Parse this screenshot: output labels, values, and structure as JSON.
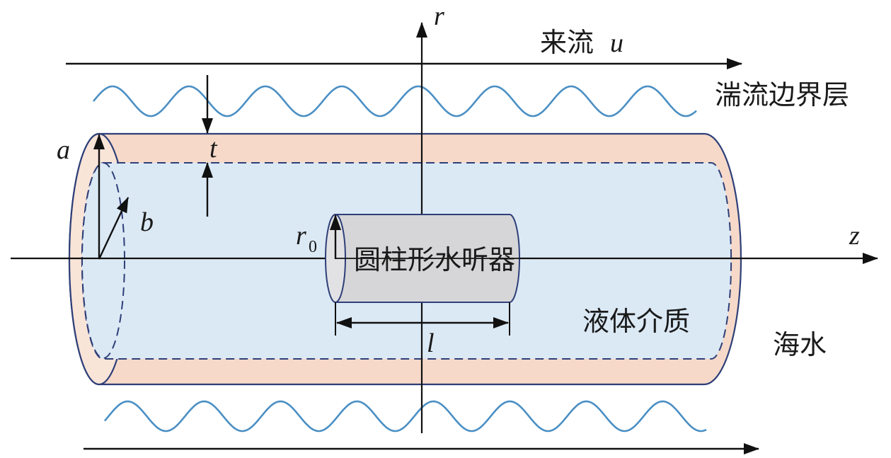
{
  "labels": {
    "r_axis": "r",
    "z_axis": "z",
    "incoming_flow": "来流",
    "flow_symbol": "u",
    "boundary_layer": "湍流边界层",
    "outer_radius": "a",
    "inner_radius": "b",
    "thickness": "t",
    "hydrophone_radius": "r",
    "hydrophone_radius_sub": "0",
    "hydrophone": "圆柱形水听器",
    "hydrophone_length": "l",
    "liquid_medium": "液体介质",
    "seawater": "海水"
  },
  "colors": {
    "shell": "#f6d9c9",
    "shell_edge": "#2e3f78",
    "liquid": "#dbe9f5",
    "hydrophone": "#d6d6d8",
    "wave": "#4a8fc4",
    "ink": "#111111"
  }
}
